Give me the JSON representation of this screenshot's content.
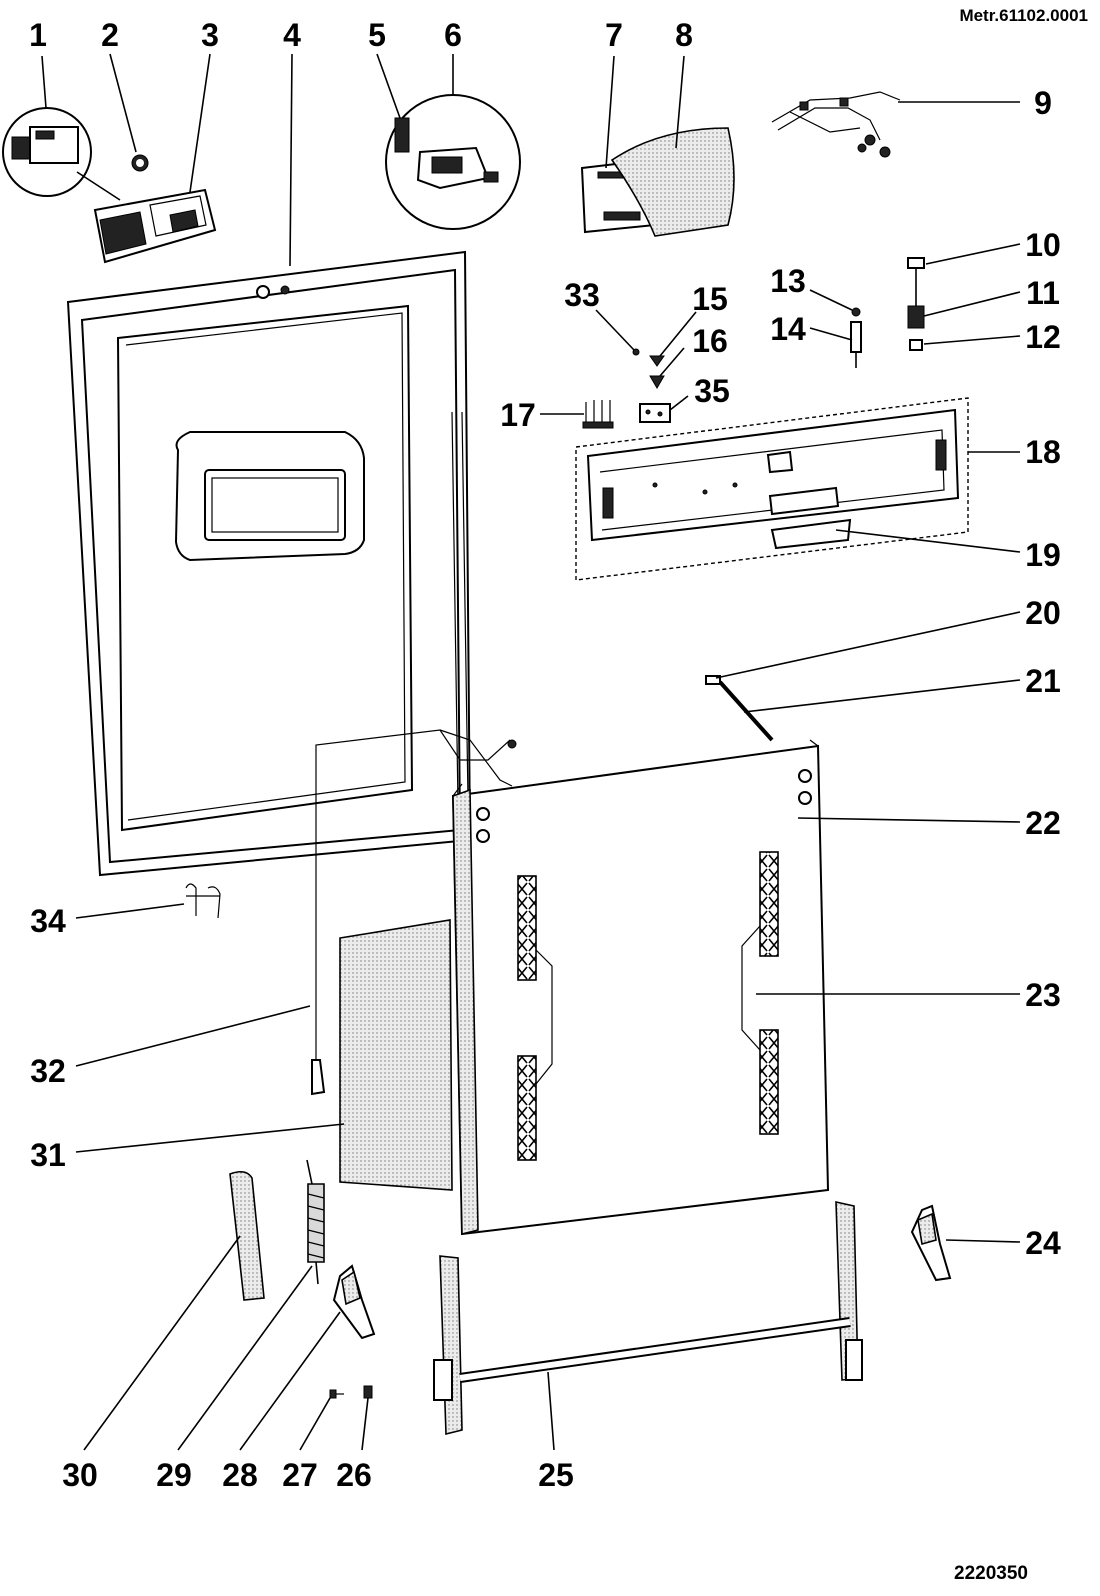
{
  "header": {
    "model_code": "Metr.61102.0001"
  },
  "footer": {
    "drawing_number": "2220350"
  },
  "diagram": {
    "labels": [
      "1",
      "2",
      "3",
      "4",
      "5",
      "6",
      "7",
      "8",
      "9",
      "10",
      "11",
      "12",
      "13",
      "14",
      "15",
      "16",
      "17",
      "18",
      "19",
      "20",
      "21",
      "22",
      "23",
      "24",
      "25",
      "26",
      "27",
      "28",
      "29",
      "30",
      "31",
      "32",
      "33",
      "34",
      "35"
    ]
  }
}
